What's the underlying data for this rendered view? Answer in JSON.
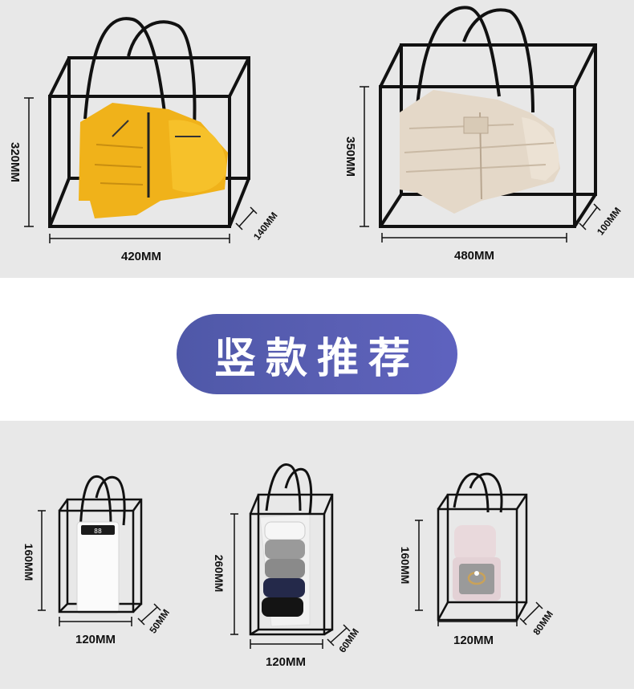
{
  "banner": {
    "title": "竖款推荐"
  },
  "bags": [
    {
      "height": "320MM",
      "width": "420MM",
      "depth": "140MM",
      "item": "yellow-jacket"
    },
    {
      "height": "350MM",
      "width": "480MM",
      "depth": "100MM",
      "item": "beige-coat"
    },
    {
      "height": "160MM",
      "width": "120MM",
      "depth": "50MM",
      "item": "power-bank"
    },
    {
      "height": "260MM",
      "width": "120MM",
      "depth": "60MM",
      "item": "socks"
    },
    {
      "height": "160MM",
      "width": "120MM",
      "depth": "80MM",
      "item": "ring-box"
    }
  ]
}
